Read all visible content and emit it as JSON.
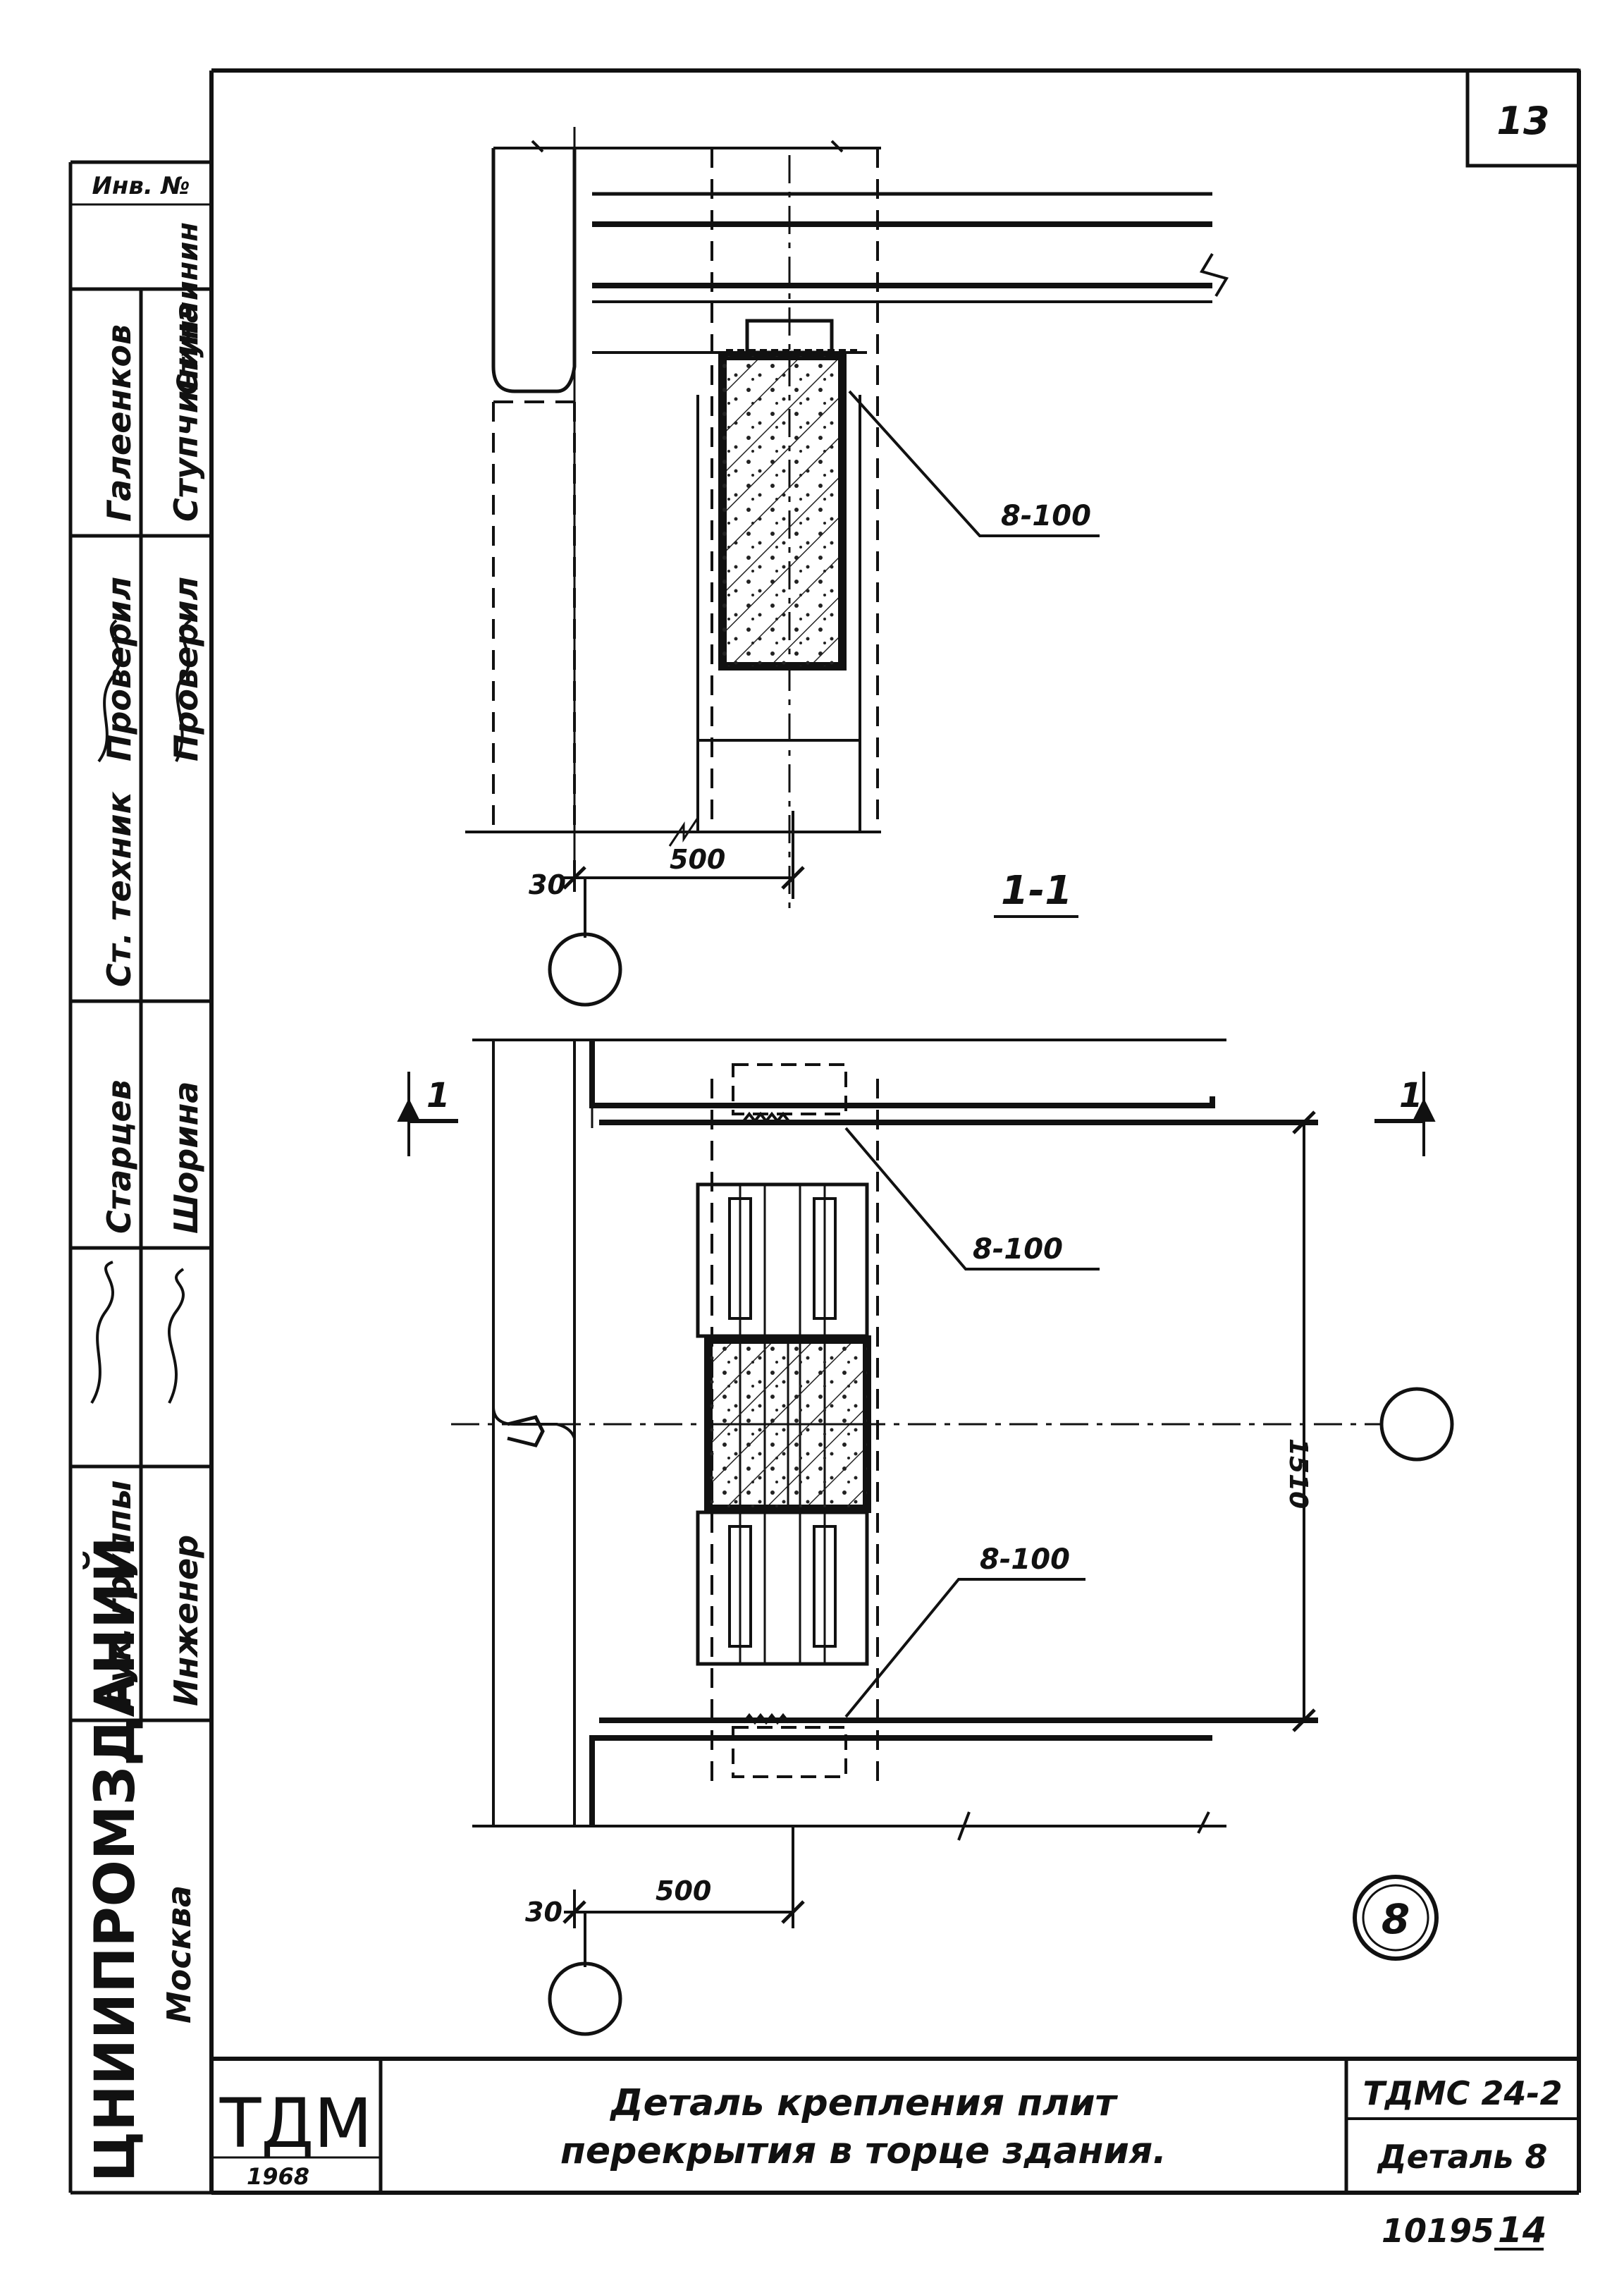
{
  "sheet_number": "13",
  "inv_label": "Инв. №",
  "section_1_1": {
    "title": "1-1",
    "spacing_label": "8-100",
    "dim_offset": "30",
    "dim_width": "500"
  },
  "plan": {
    "cut_mark_left": "1",
    "cut_mark_right": "1",
    "spacing_label_top": "8-100",
    "spacing_label_bottom": "8-100",
    "dim_height": "1510",
    "dim_offset": "30",
    "dim_width": "500",
    "detail_number": "8"
  },
  "side_stamp": {
    "roles": [
      "Рук. группы",
      "Инженер",
      "Ст. техник",
      "Проверил",
      "Проверил"
    ],
    "names": [
      "Старцев",
      "Шорина",
      "Галеенков",
      "Ступчинина",
      "Ступчинин"
    ],
    "organization": "ЦНИИПРОМЗДАНИЙ",
    "city": "Москва"
  },
  "title_block": {
    "logo": "ТДМ",
    "year": "1968",
    "title_line1": "Деталь крепления плит",
    "title_line2": "перекрытия в торце здания.",
    "code": "ТДМС 24-2",
    "detail_label": "Деталь 8"
  },
  "archive_number": "10195",
  "page_number": "14"
}
